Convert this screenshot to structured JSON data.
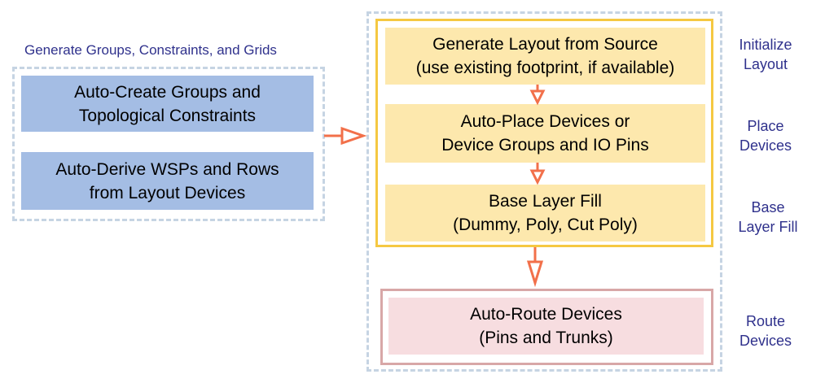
{
  "left_group": {
    "caption": "Generate Groups, Constraints, and Grids",
    "box1": "Auto-Create Groups and\nTopological Constraints",
    "box2": "Auto-Derive WSPs and Rows\nfrom Layout Devices"
  },
  "flow": {
    "step1": "Generate Layout from Source\n(use existing footprint, if available)",
    "step2": "Auto-Place Devices or\nDevice Groups and IO Pins",
    "step3": "Base Layer Fill\n(Dummy, Poly, Cut Poly)",
    "step4": "Auto-Route Devices\n(Pins and Trunks)"
  },
  "side_labels": {
    "initialize": "Initialize\nLayout",
    "place": "Place\nDevices",
    "base_fill": "Base\nLayer Fill",
    "route": "Route\nDevices"
  },
  "colors": {
    "arrow": "#f2704a",
    "yellow_frame": "#f5c842",
    "pink_frame": "#d8a7a7"
  }
}
